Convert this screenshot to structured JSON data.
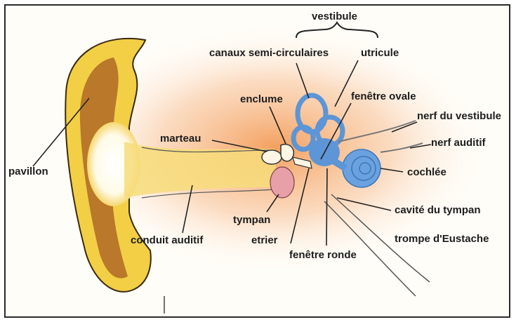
{
  "labels": {
    "vestibule": "vestibule",
    "canaux": "canaux semi-circulaires",
    "utricule": "utricule",
    "enclume": "enclume",
    "fenetre_ovale": "fenêtre ovale",
    "nerf_vestibule": "nerf du vestibule",
    "nerf_auditif": "nerf auditif",
    "marteau": "marteau",
    "cochlee": "cochlée",
    "pavillon": "pavillon",
    "cavite": "cavité du tympan",
    "tympan": "tympan",
    "trompe": "trompe d'Eustache",
    "conduit": "conduit auditif",
    "etrier": "etrier",
    "fenetre_ronde": "fenêtre ronde"
  },
  "colors": {
    "ear_yellow": "#f2cf45",
    "ear_brown": "#b9782a",
    "glow_orange": "#f7b27a",
    "inner_ear_blue": "#5d95d6",
    "tympan_pink": "#e8a0a8",
    "line": "#2b2b2b"
  },
  "icons": {
    "outer_ear": "ear-pinna-shape",
    "inner_ear": "labyrinth-shape"
  }
}
